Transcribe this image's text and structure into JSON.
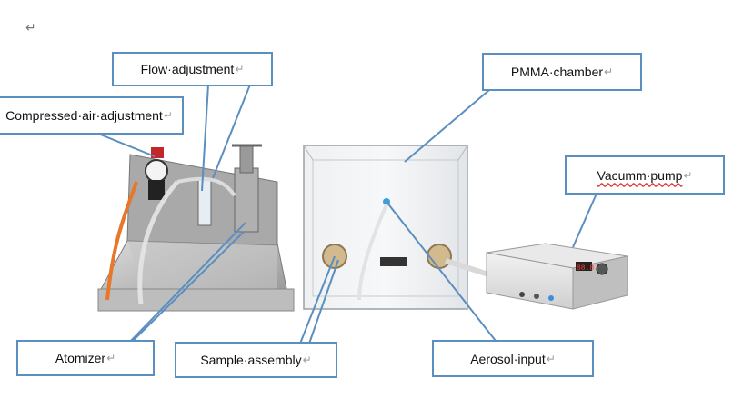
{
  "paragraph_mark": "↵",
  "labels": {
    "flow": "Flow·adjustment",
    "compressed": "Compressed·air·adjustment",
    "pmma": "PMMA·chamber",
    "vacuum": "Vacumm·pump",
    "atomizer": "Atomizer",
    "sample": "Sample·assembly",
    "aerosol": "Aerosol·input"
  },
  "pump_panel": {
    "display": "88.8"
  },
  "colors": {
    "callout_border": "#5b8fc0",
    "leader": "#5b8fc0",
    "tubing_orange": "#e8772c",
    "pump_display": "#d41d1d"
  }
}
